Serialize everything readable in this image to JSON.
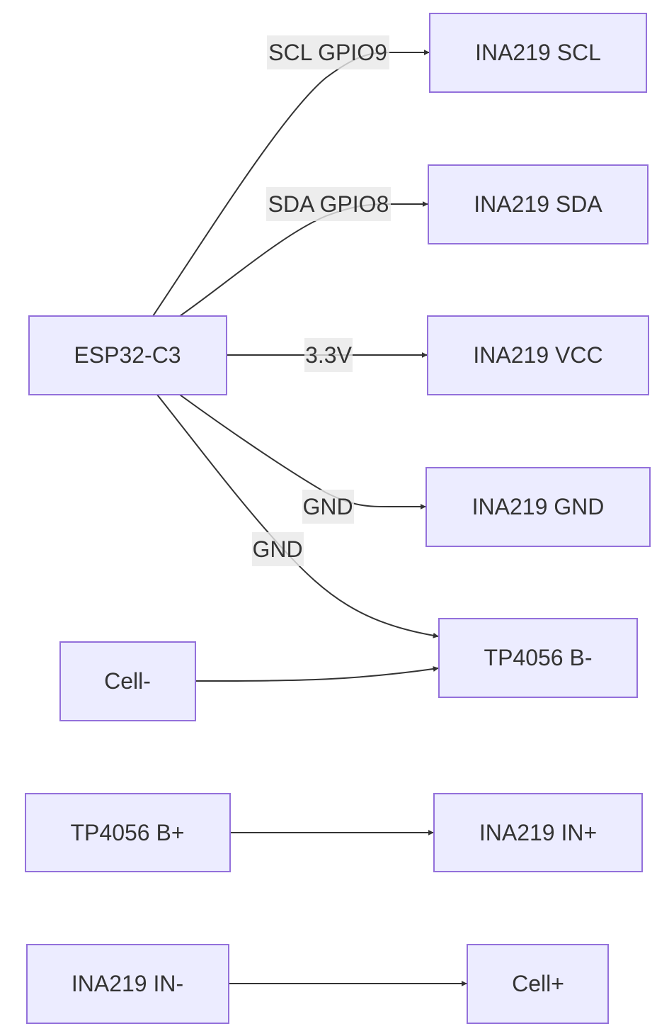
{
  "diagram": {
    "type": "flowchart",
    "direction": "LR",
    "nodes": [
      {
        "id": "esp",
        "label": "ESP32-C3"
      },
      {
        "id": "scl",
        "label": "INA219 SCL"
      },
      {
        "id": "sda",
        "label": "INA219 SDA"
      },
      {
        "id": "vcc",
        "label": "INA219 VCC"
      },
      {
        "id": "gnd",
        "label": "INA219 GND"
      },
      {
        "id": "bminus",
        "label": "TP4056 B-"
      },
      {
        "id": "cellminus",
        "label": "Cell-"
      },
      {
        "id": "bplus",
        "label": "TP4056 B+"
      },
      {
        "id": "inplus",
        "label": "INA219 IN+"
      },
      {
        "id": "inminus",
        "label": "INA219 IN-"
      },
      {
        "id": "cellplus",
        "label": "Cell+"
      }
    ],
    "edges": [
      {
        "from": "esp",
        "to": "scl",
        "label": "SCL GPIO9"
      },
      {
        "from": "esp",
        "to": "sda",
        "label": "SDA GPIO8"
      },
      {
        "from": "esp",
        "to": "vcc",
        "label": "3.3V"
      },
      {
        "from": "esp",
        "to": "gnd",
        "label": "GND"
      },
      {
        "from": "esp",
        "to": "bminus",
        "label": "GND"
      },
      {
        "from": "cellminus",
        "to": "bminus",
        "label": ""
      },
      {
        "from": "bplus",
        "to": "inplus",
        "label": ""
      },
      {
        "from": "inminus",
        "to": "cellplus",
        "label": ""
      }
    ]
  }
}
